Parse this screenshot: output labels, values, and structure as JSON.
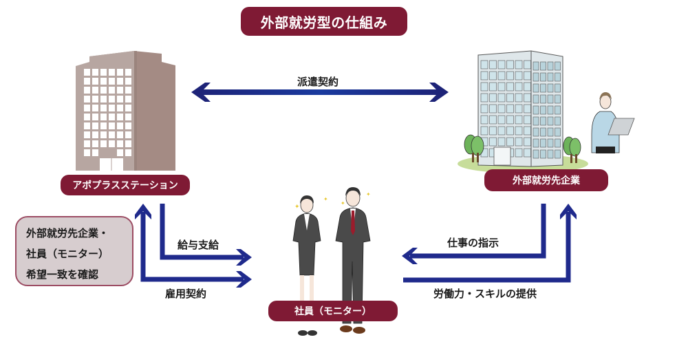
{
  "title": "外部就労型の仕組み",
  "nodes": {
    "agency": {
      "label": "アポプラスステーション",
      "icon": "office-building-icon"
    },
    "client_company": {
      "label": "外部就労先企業",
      "icon": "office-building-with-trees-icon",
      "person_icon": "businessman-with-laptop-icon"
    },
    "employee": {
      "label": "社員（モニター）",
      "icon": "two-employees-in-suits-icon"
    }
  },
  "consent_note": {
    "lines": [
      "外部就労先企業・",
      "社員（モニター）",
      "希望一致を確認"
    ]
  },
  "relations": {
    "dispatch_contract": "派遣契約",
    "salary_payment": "給与支給",
    "employment_contract": "雇用契約",
    "work_instruction": "仕事の指示",
    "labor_skill_provision": "労働力・スキルの提供"
  },
  "colors": {
    "pill_background": "#7f1a34",
    "arrow": "#1f2a8c",
    "note_background": "#d7cdcf",
    "note_border": "#9c4c63"
  }
}
